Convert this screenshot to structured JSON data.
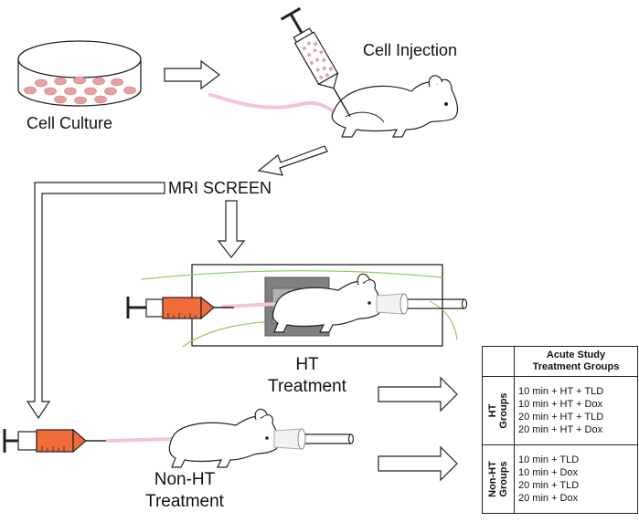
{
  "labels": {
    "cell_culture": "Cell Culture",
    "cell_injection": "Cell Injection",
    "mri_screen": "MRI SCREEN",
    "ht_treatment_line1": "HT",
    "ht_treatment_line2": "Treatment",
    "non_ht_line1": "Non-HT",
    "non_ht_line2": "Treatment"
  },
  "table": {
    "header_line1": "Acute Study",
    "header_line2": "Treatment Groups",
    "groups": [
      {
        "label_line1": "HT",
        "label_line2": "Groups",
        "rows": [
          "10 min + HT + TLD",
          "10 min + HT + Dox",
          "20 min + HT + TLD",
          "20 min + HT + Dox"
        ]
      },
      {
        "label_line1": "Non-HT",
        "label_line2": "Groups",
        "rows": [
          "10 min + TLD",
          "10 min + Dox",
          "20 min + TLD",
          "20 min + Dox"
        ]
      }
    ]
  },
  "colors": {
    "syringe_orange": "#f26b3a",
    "syringe_outline": "#222222",
    "cell_pink": "#e8a0a0",
    "tail_pink": "#f2c4dc",
    "coil_gray": "#808080",
    "field_line_green": "#8ccc5a"
  },
  "icons": {
    "petri_dish": "petri-dish-icon",
    "mouse": "mouse-icon",
    "syringe": "syringe-icon",
    "mri_scanner": "mri-scanner-icon"
  }
}
